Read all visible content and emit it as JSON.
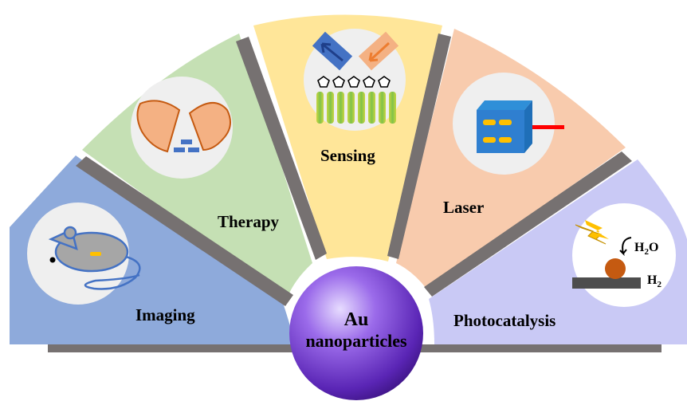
{
  "center": {
    "line1": "Au",
    "line2": "nanoparticles"
  },
  "sectors": [
    {
      "label": "Imaging",
      "color": "#8eaadb"
    },
    {
      "label": "Therapy",
      "color": "#c5e0b4"
    },
    {
      "label": "Sensing",
      "color": "#ffe699"
    },
    {
      "label": "Laser",
      "color": "#f8cbad"
    },
    {
      "label": "Photocatalysis",
      "color": "#c9c9f5"
    }
  ],
  "photocatalysis_labels": {
    "water": "H2O",
    "hydrogen": "H2"
  },
  "colors": {
    "divider": "#767171",
    "sphere": "#7b3fd0",
    "orange": "#f4b183",
    "blue": "#4472c4",
    "yellow": "#ffc000",
    "red": "#ff0000",
    "green": "#70ad47"
  }
}
